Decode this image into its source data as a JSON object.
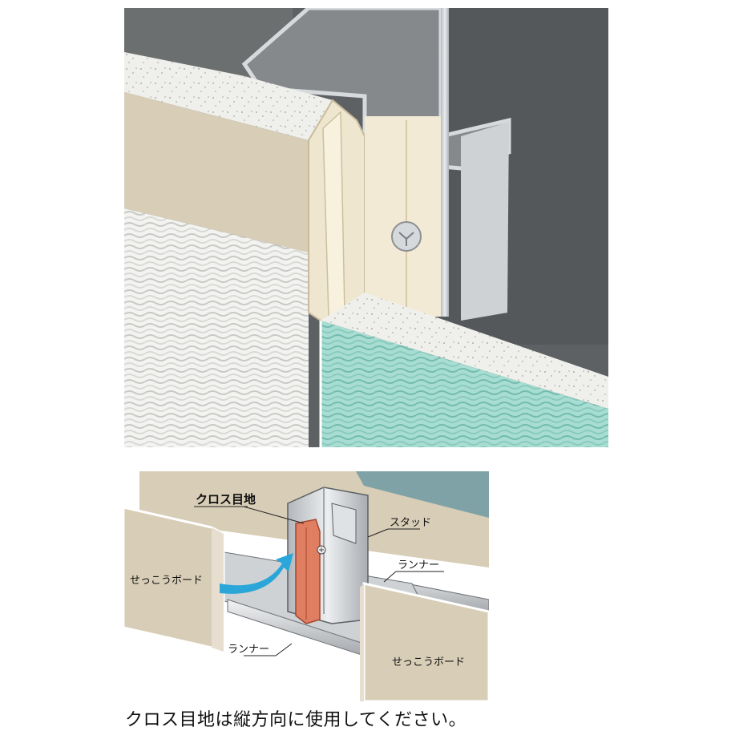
{
  "labels": {
    "cross_joint": "クロス目地",
    "stud": "スタッド",
    "runner_right": "ランナー",
    "runner_bottom": "ランナー",
    "board_left": "せっこうボード",
    "board_right": "せっこうボード"
  },
  "caption": "クロス目地は縦方向に使用してください。",
  "colors": {
    "dark_wall": "#5d6163",
    "board_core": "#eeeeea",
    "beige_board": "#d8cdb6",
    "white_cloth": "#f4f4f2",
    "teal_cloth": "#9fd8cc",
    "joint_cream": "#efe6cf",
    "stud_metal": "#c9cdd1",
    "highlight_joint": "#e07e62",
    "arrow_blue": "#2aa6d8"
  }
}
